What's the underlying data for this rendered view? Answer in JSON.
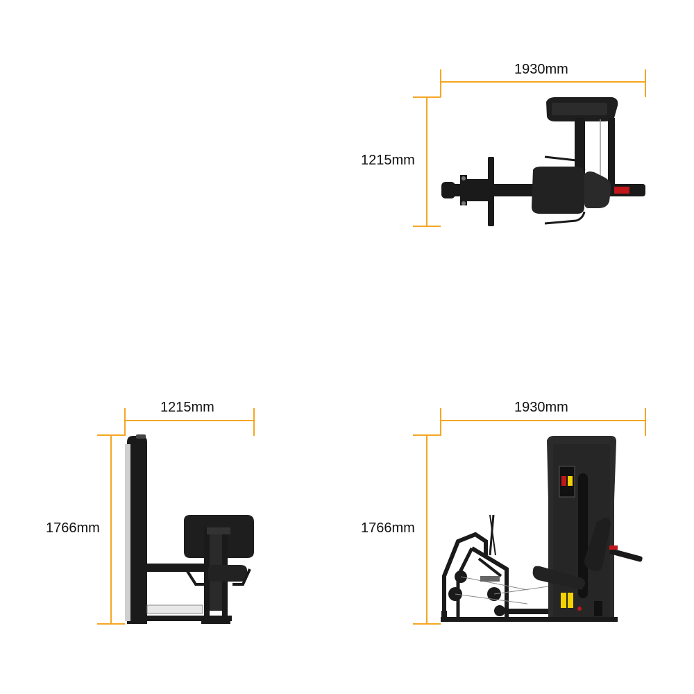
{
  "top_view": {
    "width_label": "1930mm",
    "depth_label": "1215mm"
  },
  "side_view": {
    "depth_label": "1215mm",
    "height_label": "1766mm"
  },
  "front_view": {
    "width_label": "1930mm",
    "height_label": "1766mm"
  },
  "colors": {
    "dimension_line": "#F5A623",
    "machine": "#1a1a1a",
    "frame_gray": "#3a3a3a",
    "accent_red": "#c0161c",
    "decal_yellow": "#f2d200"
  }
}
